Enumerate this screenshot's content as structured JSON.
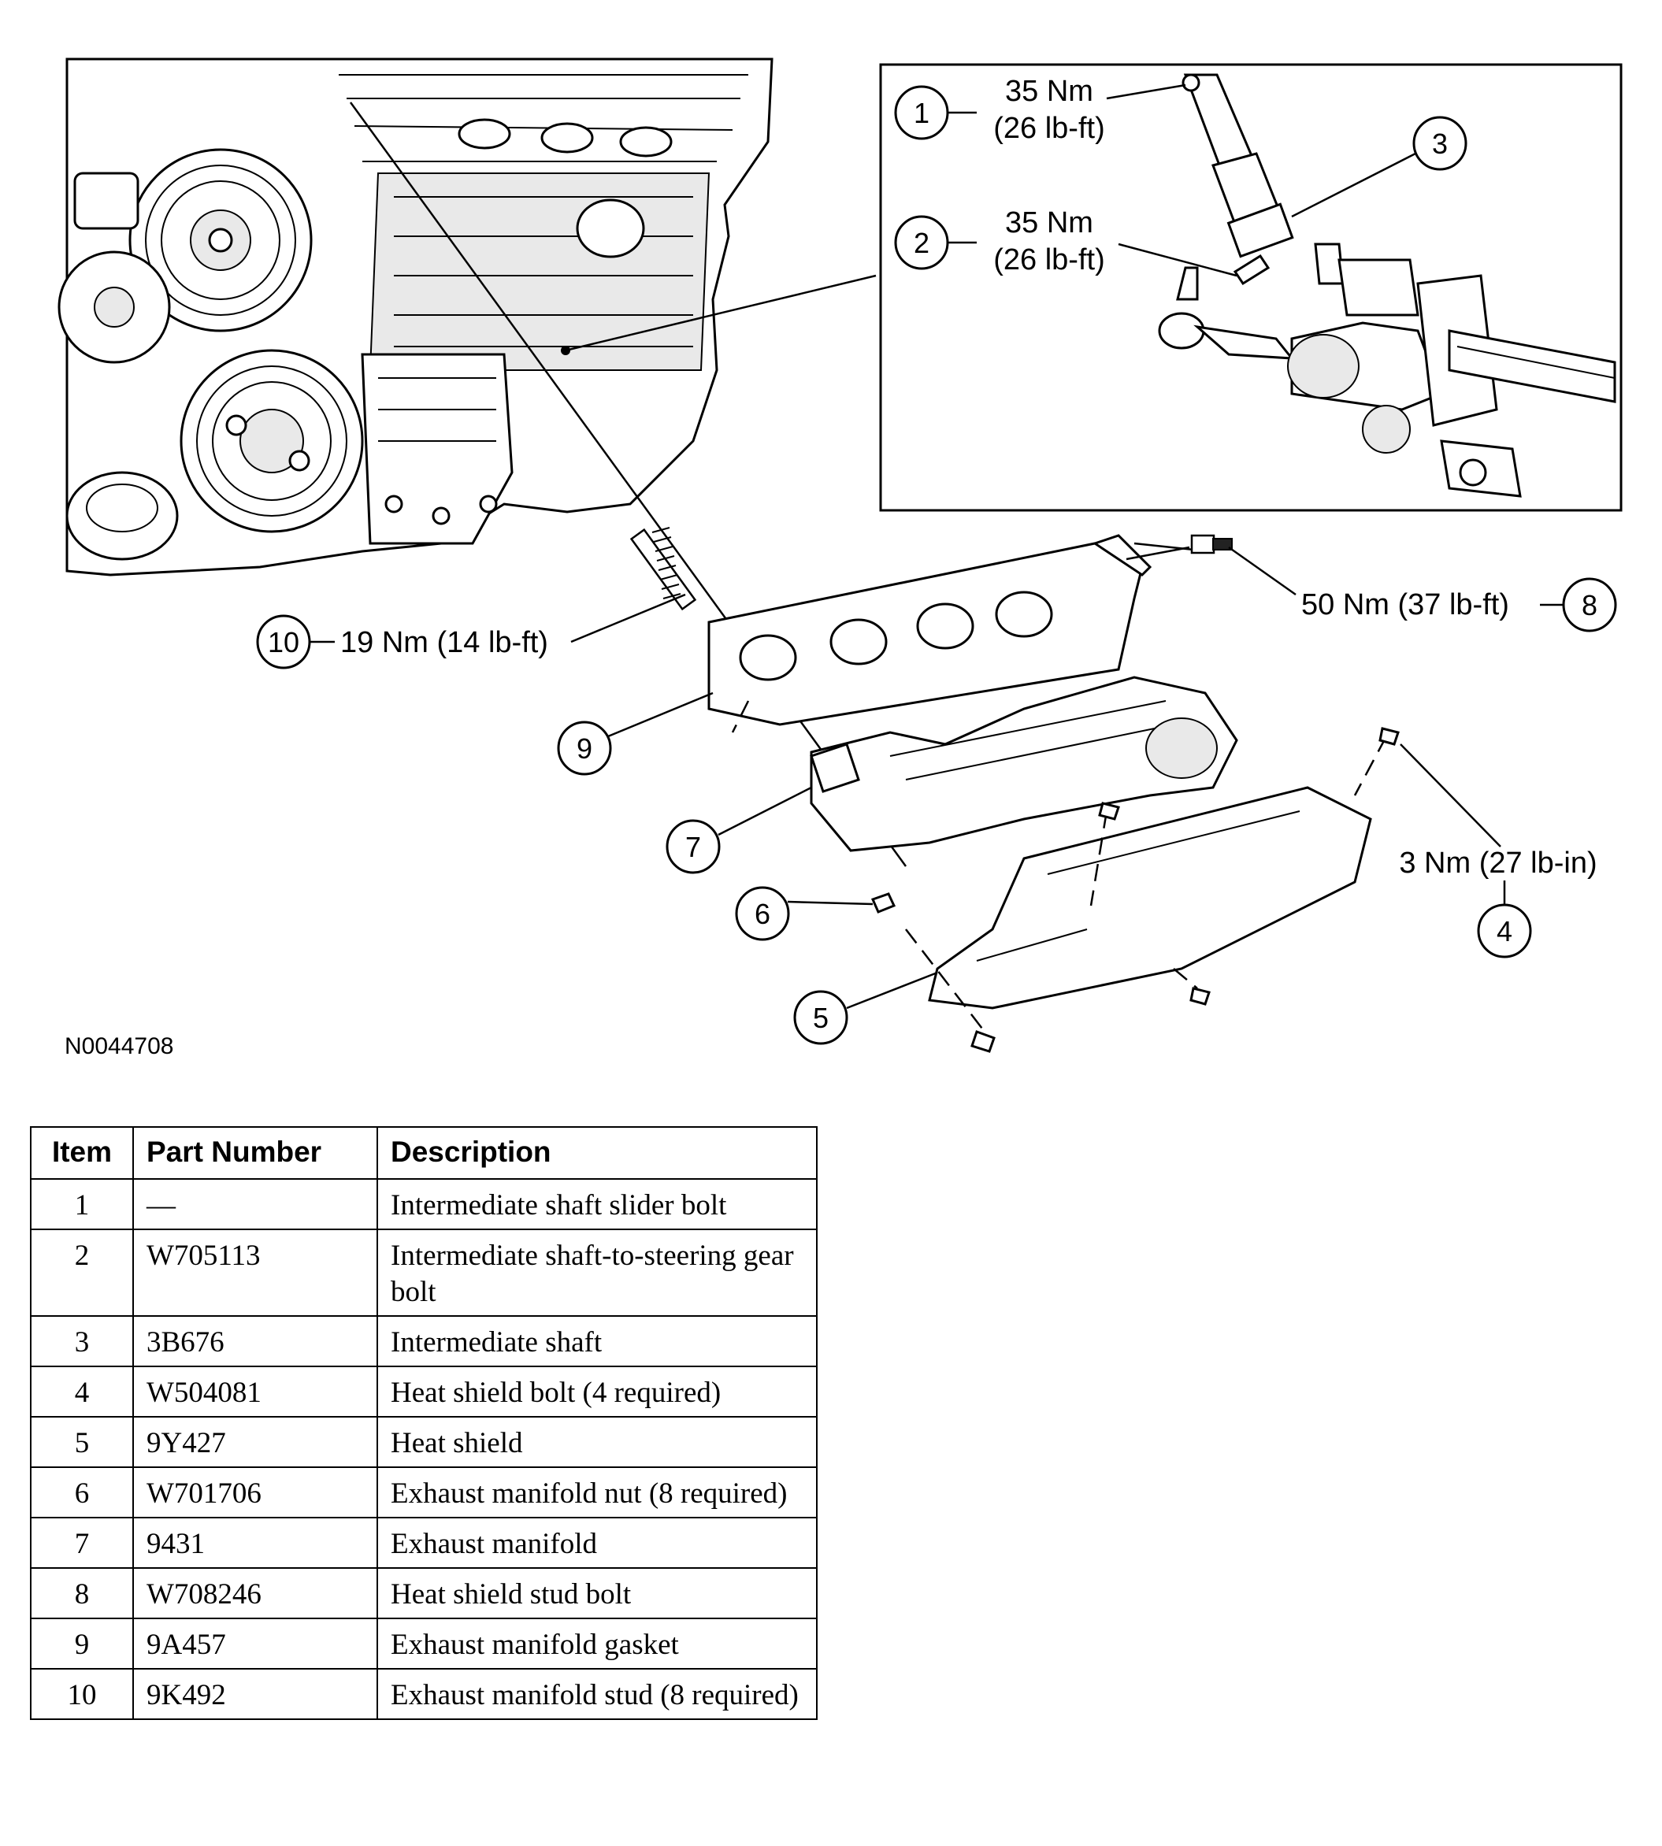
{
  "figure_id": "N0044708",
  "callouts": {
    "c1": {
      "number": "1",
      "torque_nm": "35 Nm",
      "torque_imperial": "(26 lb-ft)"
    },
    "c2": {
      "number": "2",
      "torque_nm": "35 Nm",
      "torque_imperial": "(26 lb-ft)"
    },
    "c3": {
      "number": "3"
    },
    "c4": {
      "number": "4",
      "torque": "3 Nm (27 lb-in)"
    },
    "c5": {
      "number": "5"
    },
    "c6": {
      "number": "6"
    },
    "c7": {
      "number": "7"
    },
    "c8": {
      "number": "8",
      "torque": "50 Nm (37 lb-ft)"
    },
    "c9": {
      "number": "9"
    },
    "c10": {
      "number": "10",
      "torque": "19 Nm (14 lb-ft)"
    }
  },
  "table": {
    "headers": [
      "Item",
      "Part Number",
      "Description"
    ],
    "rows": [
      {
        "item": "1",
        "part": "—",
        "desc": "Intermediate shaft slider bolt"
      },
      {
        "item": "2",
        "part": "W705113",
        "desc": "Intermediate shaft-to-steering gear bolt"
      },
      {
        "item": "3",
        "part": "3B676",
        "desc": "Intermediate shaft"
      },
      {
        "item": "4",
        "part": "W504081",
        "desc": "Heat shield bolt (4 required)"
      },
      {
        "item": "5",
        "part": "9Y427",
        "desc": "Heat shield"
      },
      {
        "item": "6",
        "part": "W701706",
        "desc": "Exhaust manifold nut (8 required)"
      },
      {
        "item": "7",
        "part": "9431",
        "desc": "Exhaust manifold"
      },
      {
        "item": "8",
        "part": "W708246",
        "desc": "Heat shield stud bolt"
      },
      {
        "item": "9",
        "part": "9A457",
        "desc": "Exhaust manifold gasket"
      },
      {
        "item": "10",
        "part": "9K492",
        "desc": "Exhaust manifold stud (8 required)"
      }
    ]
  }
}
